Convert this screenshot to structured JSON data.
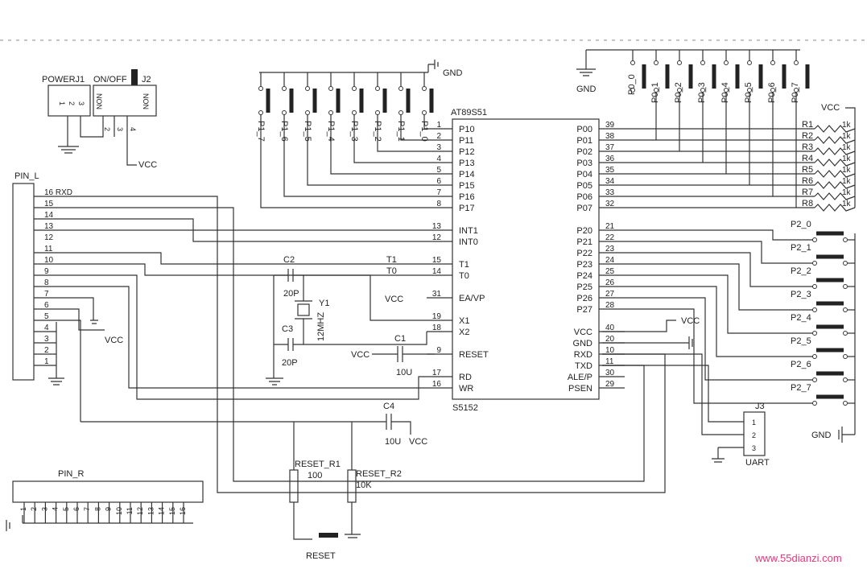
{
  "chip": {
    "top_label": "AT89S51",
    "bottom_label": "S5152",
    "left_pins": [
      {
        "num": "1",
        "name": "P10"
      },
      {
        "num": "2",
        "name": "P11"
      },
      {
        "num": "3",
        "name": "P12"
      },
      {
        "num": "4",
        "name": "P13"
      },
      {
        "num": "5",
        "name": "P14"
      },
      {
        "num": "6",
        "name": "P15"
      },
      {
        "num": "7",
        "name": "P16"
      },
      {
        "num": "8",
        "name": "P17"
      },
      {
        "num": "13",
        "name": "INT1"
      },
      {
        "num": "12",
        "name": "INT0"
      },
      {
        "num": "15",
        "name": "T1"
      },
      {
        "num": "14",
        "name": "T0"
      },
      {
        "num": "31",
        "name": "EA/VP"
      },
      {
        "num": "19",
        "name": "X1"
      },
      {
        "num": "18",
        "name": "X2"
      },
      {
        "num": "9",
        "name": "RESET"
      },
      {
        "num": "17",
        "name": "RD"
      },
      {
        "num": "16",
        "name": "WR"
      }
    ],
    "right_pins": [
      {
        "num": "39",
        "name": "P00"
      },
      {
        "num": "38",
        "name": "P01"
      },
      {
        "num": "37",
        "name": "P02"
      },
      {
        "num": "36",
        "name": "P03"
      },
      {
        "num": "35",
        "name": "P04"
      },
      {
        "num": "34",
        "name": "P05"
      },
      {
        "num": "33",
        "name": "P06"
      },
      {
        "num": "32",
        "name": "P07"
      },
      {
        "num": "21",
        "name": "P20"
      },
      {
        "num": "22",
        "name": "P21"
      },
      {
        "num": "23",
        "name": "P22"
      },
      {
        "num": "24",
        "name": "P23"
      },
      {
        "num": "25",
        "name": "P24"
      },
      {
        "num": "26",
        "name": "P25"
      },
      {
        "num": "27",
        "name": "P26"
      },
      {
        "num": "28",
        "name": "P27"
      },
      {
        "num": "40",
        "name": "VCC"
      },
      {
        "num": "20",
        "name": "GND"
      },
      {
        "num": "10",
        "name": "RXD"
      },
      {
        "num": "11",
        "name": "TXD"
      },
      {
        "num": "30",
        "name": "ALE/P"
      },
      {
        "num": "29",
        "name": "PSEN"
      }
    ]
  },
  "p1_switches": [
    "P1_7",
    "P1_6",
    "P1_5",
    "P1_4",
    "P1_3",
    "P1_2",
    "P1_1",
    "P1_0"
  ],
  "p0_switches": [
    "P0_0",
    "P0_1",
    "P0_2",
    "P0_3",
    "P0_4",
    "P0_5",
    "P0_6",
    "P0_7"
  ],
  "p2_switches": [
    "P2_0",
    "P2_1",
    "P2_2",
    "P2_3",
    "P2_4",
    "P2_5",
    "P2_6",
    "P2_7"
  ],
  "resistors": [
    {
      "name": "R1",
      "value": "1k"
    },
    {
      "name": "R2",
      "value": "1k"
    },
    {
      "name": "R3",
      "value": "1k"
    },
    {
      "name": "R4",
      "value": "1k"
    },
    {
      "name": "R5",
      "value": "1k"
    },
    {
      "name": "R6",
      "value": "1k"
    },
    {
      "name": "R7",
      "value": "1k"
    },
    {
      "name": "R8",
      "value": "1k"
    }
  ],
  "pin_l": {
    "label": "PIN_L",
    "rows": [
      "16 RXD",
      "15",
      "14",
      "13",
      "12",
      "11",
      "10",
      "9",
      "8",
      "7",
      "6",
      "5",
      "4",
      "3",
      "2",
      "1"
    ]
  },
  "pin_r": {
    "label": "PIN_R",
    "pins": [
      "1",
      "2",
      "3",
      "4",
      "5",
      "6",
      "7",
      "8",
      "9",
      "10",
      "11",
      "12",
      "13",
      "14",
      "15",
      "16"
    ]
  },
  "power": {
    "power_label": "POWERJ1",
    "switch_label": "ON/OFF",
    "j2_label": "J2",
    "pins": [
      "1",
      "2",
      "3"
    ],
    "non_left": "NON",
    "non_right": "NON",
    "bottom_pins": [
      "2",
      "3",
      "4"
    ],
    "vcc": "VCC"
  },
  "crystal": {
    "c2": "C2",
    "c2_val": "20P",
    "c3": "C3",
    "c3_val": "20P",
    "y1": "Y1",
    "y1_val": "12MHZ",
    "c1": "C1",
    "c1_val": "10U",
    "c4": "C4",
    "c4_val": "10U"
  },
  "reset": {
    "r1": "RESET_R1",
    "r1_val": "100",
    "r2": "RESET_R2",
    "r2_val": "10K",
    "button": "RESET"
  },
  "uart": {
    "j3": "J3",
    "label": "UART",
    "pins": [
      "1",
      "2",
      "3"
    ]
  },
  "nets": {
    "gnd": "GND",
    "vcc": "VCC",
    "t1": "T1",
    "t0": "T0"
  },
  "watermark": "www.55dianzi.com"
}
